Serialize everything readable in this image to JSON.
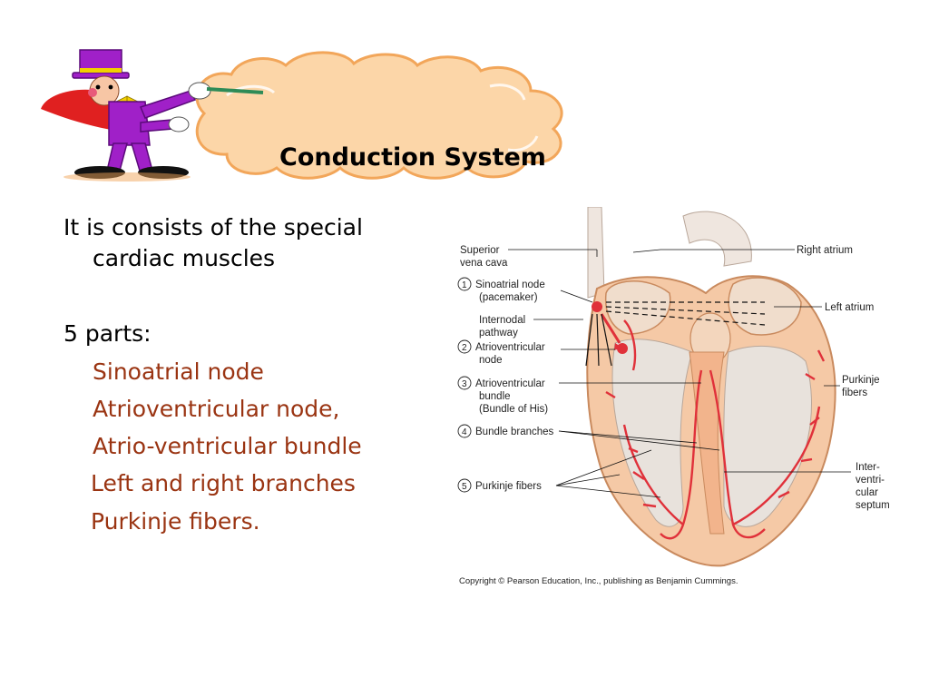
{
  "slide": {
    "title": "Conduction System",
    "intro_line1": "It is consists of the special",
    "intro_line2": "cardiac muscles",
    "parts_heading": "5 parts:",
    "parts": [
      "Sinoatrial node",
      "Atrioventricular node,",
      "Atrio-ventricular bundle",
      "Left and right branches",
      "Purkinje fibers."
    ]
  },
  "figure": {
    "labels_left": {
      "svc_1": "Superior",
      "svc_2": "vena cava",
      "n1": "1",
      "sa_1": "Sinoatrial node",
      "sa_2": "(pacemaker)",
      "internodal_1": "Internodal",
      "internodal_2": "pathway",
      "n2": "2",
      "av_1": "Atrioventricular",
      "av_2": "node",
      "n3": "3",
      "avb_1": "Atrioventricular",
      "avb_2": "bundle",
      "avb_3": "(Bundle of His)",
      "n4": "4",
      "bb": "Bundle branches",
      "n5": "5",
      "pf": "Purkinje fibers"
    },
    "labels_right": {
      "ra": "Right atrium",
      "la": "Left atrium",
      "pf_1": "Purkinje",
      "pf_2": "fibers",
      "ivs_1": "Inter-",
      "ivs_2": "ventri-",
      "ivs_3": "cular",
      "ivs_4": "septum"
    },
    "copyright": "Copyright © Pearson Education, Inc., publishing as Benjamin Cummings."
  },
  "colors": {
    "cloud_fill": "#fcd6a8",
    "cloud_stroke": "#f2a65a",
    "parts_text": "#9a3412",
    "heart_tissue": "#f5c9a6",
    "conduction_red": "#e0313a"
  }
}
